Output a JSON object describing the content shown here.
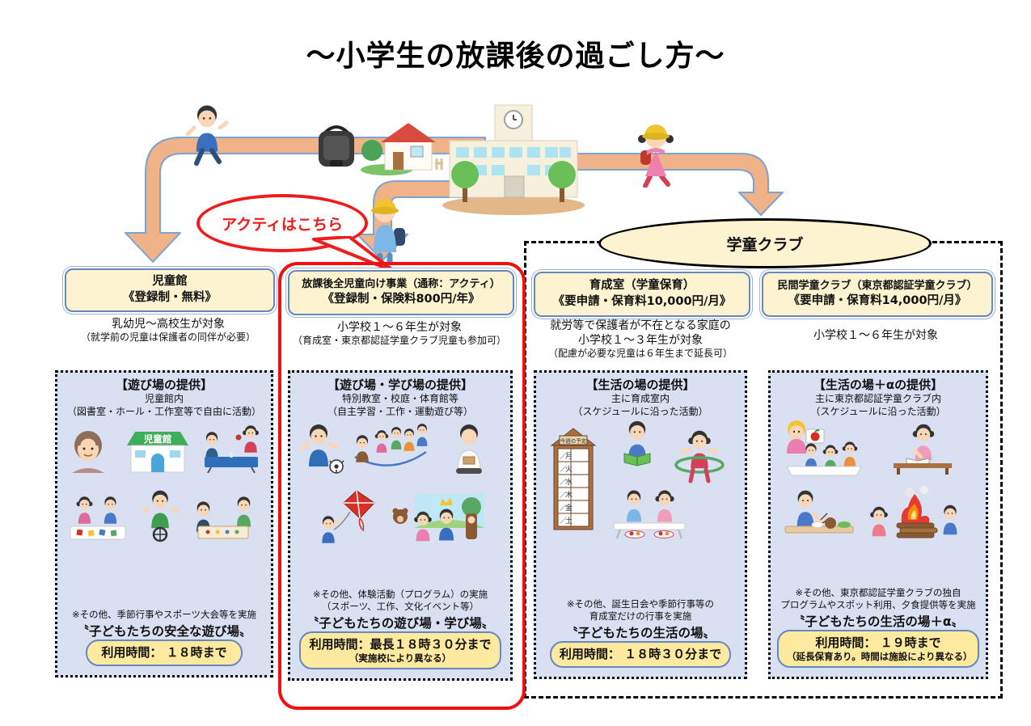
{
  "title": "～小学生の放課後の過ごし方～",
  "bubble_label": "アクティはこちら",
  "group_label": "学童クラブ",
  "date_placeholder": "／",
  "colors": {
    "accent_red": "#ee1c1c",
    "arrow_fill": "#f0b287",
    "arrow_stroke": "#7ba3d4",
    "panel_bg": "#d9e0f1",
    "header_bg": "#fdf3d0",
    "button_bg": "#fdea9f",
    "border_blue": "#6787c0"
  },
  "columns": [
    {
      "id": "jidokan",
      "header": [
        "児童館",
        "《登録制・無料》"
      ],
      "target": [
        "乳幼児～高校生が対象",
        "（就学前の児童は保護者の同伴が必要）"
      ],
      "panel_title": "【遊び場の提供】",
      "place": [
        "児童館内",
        "（図書室・ホール・工作室等で自由に活動）"
      ],
      "note": [
        "※その他、季節行事やスポーツ大会等を実施"
      ],
      "quote": "〝子どもたちの安全な遊び場〟",
      "hours": [
        "利用時間： １８時まで"
      ],
      "sign": "児童館",
      "illustrations": [
        "grandma",
        "jidokan-building",
        "table-tennis",
        "origami-kids",
        "unicycle-boy",
        "board-game-kids"
      ]
    },
    {
      "id": "acty",
      "header": [
        "放課後全児童向け事業（通称：アクティ）",
        "《登録制・保険料800円/年》"
      ],
      "target": [
        "小学校１～６年生が対象",
        "（育成室・東京都認証学童クラブ児童も参加可）"
      ],
      "panel_title": "【遊び場・学び場の提供】",
      "place": [
        "特別教室・校庭・体育館等",
        "（自主学習・工作・運動遊び等）"
      ],
      "note": [
        "※その他、体験活動（プログラム）の実施",
        "（スポーツ、工作、文化イベント等）"
      ],
      "quote": "〝子どもたちの遊び場・学び場〟",
      "hours": [
        "利用時間：最長１８時３０分まで",
        "（実施校により異なる）"
      ],
      "illustrations": [
        "soccer-boy",
        "jump-rope-kids",
        "reading-man",
        "kite-boy",
        "theater-kids"
      ]
    },
    {
      "id": "ikuseishitsu",
      "header": [
        "育成室（学童保育）",
        "《要申請・保育料10,000円/月》"
      ],
      "target": [
        "就労等で保護者が不在となる家庭の",
        "小学校１～３年生が対象",
        "（配慮が必要な児童は６年生まで延長可）"
      ],
      "panel_title": "【生活の場の提供】",
      "place": [
        "主に育成室内",
        "（スケジュールに沿った活動）"
      ],
      "note": [
        "※その他、誕生日会や季節行事等の",
        "育成室だけの行事を実施"
      ],
      "quote": "〝子どもたちの生活の場〟",
      "hours": [
        "利用時間： １８時３０分まで"
      ],
      "board": {
        "title": "今週の予定",
        "days": [
          "月",
          "火",
          "水",
          "木",
          "金",
          "土"
        ]
      },
      "illustrations": [
        "schedule-board",
        "reading-boy",
        "hula-hoop-girl",
        "snack-time-kids"
      ]
    },
    {
      "id": "minkan",
      "header": [
        "民間学童クラブ（東京都認証学童クラブ）",
        "《要申請・保育料14,000円/月》"
      ],
      "target": [
        "小学校１～６年生が対象"
      ],
      "panel_title": "【生活の場＋αの提供】",
      "place": [
        "主に東京都認証学童クラブ内",
        "（スケジュールに沿った活動）"
      ],
      "note": [
        "※その他、東京都認証学童クラブの独自",
        "プログラムやスポット利用、夕食提供等を実施"
      ],
      "quote": "〝子どもたちの生活の場＋α〟",
      "hours": [
        "利用時間： １９時まで",
        "（延長保育あり。時間は施設により異なる）"
      ],
      "illustrations": [
        "english-lesson",
        "studying-girl",
        "dinner-boy",
        "campfire-kids"
      ]
    }
  ]
}
